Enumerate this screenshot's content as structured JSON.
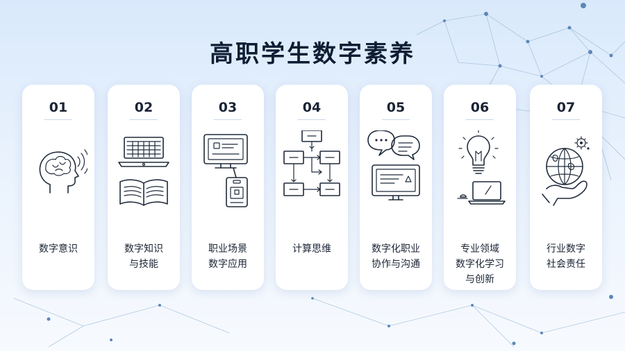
{
  "title": "高职学生数字素养",
  "cards": [
    {
      "num": "01",
      "label": "数字意识",
      "icon": "brain-head-icon"
    },
    {
      "num": "02",
      "label": "数字知识\n与技能",
      "icon": "laptop-book-icon"
    },
    {
      "num": "03",
      "label": "职业场景\n数字应用",
      "icon": "monitor-badge-icon"
    },
    {
      "num": "04",
      "label": "计算思维",
      "icon": "flowchart-icon"
    },
    {
      "num": "05",
      "label": "数字化职业\n协作与沟通",
      "icon": "chat-monitor-icon"
    },
    {
      "num": "06",
      "label": "专业领域\n数字化学习\n与创新",
      "icon": "lightbulb-laptop-icon"
    },
    {
      "num": "07",
      "label": "行业数字\n社会责任",
      "icon": "globe-hand-icon"
    }
  ]
}
